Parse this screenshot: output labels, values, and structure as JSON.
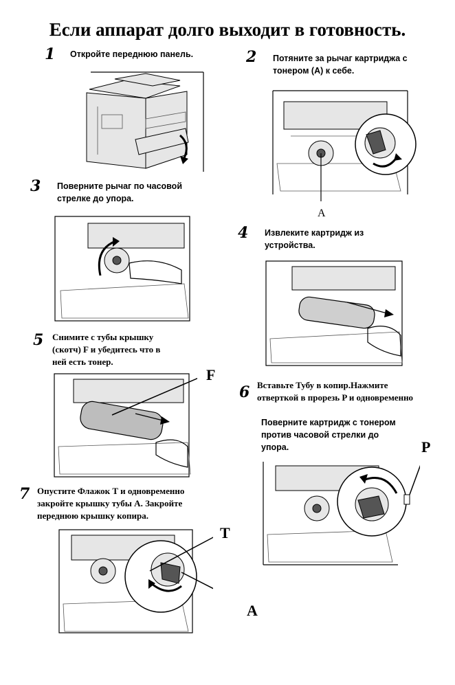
{
  "title": "Если аппарат долго выходит в готовность.",
  "steps": [
    {
      "num": "1",
      "text": [
        "Откройте переднюю панель."
      ]
    },
    {
      "num": "2",
      "text": [
        "Потяните за рычаг картриджа с",
        "тонером (A) к себе."
      ]
    },
    {
      "num": "3",
      "text": [
        "Поверните рычаг по часовой",
        "стрелке до упора."
      ]
    },
    {
      "num": "4",
      "text": [
        "Извлеките картридж из",
        "устройства."
      ]
    },
    {
      "num": "5",
      "text": [
        "Снимите с тубы крышку",
        "(скотч) F и убедитесь что в",
        "ней есть тонер."
      ]
    },
    {
      "num": "6",
      "text": [
        "Вставьте Тубу в копир.Нажмите",
        "отверткой в прорезь P и одновременно"
      ],
      "extra": [
        "Поверните картридж с тонером",
        "против часовой стрелки до",
        "упора."
      ]
    },
    {
      "num": "7",
      "text": [
        "Опустите Флажок T  и одновременно",
        "закройте крышку тубы  A. Закройте",
        "переднюю крышку копира."
      ]
    }
  ],
  "labels": {
    "a_step2": "A",
    "f": "F",
    "p": "P",
    "t": "T",
    "a_step7": "A"
  },
  "figures": {
    "fig1": "copier-front-panel-open",
    "fig2": "lever-pull-closeup",
    "fig3": "lever-rotate-clockwise",
    "fig4": "cartridge-remove",
    "fig5": "toner-tube-seal",
    "fig6": "cartridge-rotate-counterclockwise",
    "fig7": "flag-and-cap-close"
  }
}
